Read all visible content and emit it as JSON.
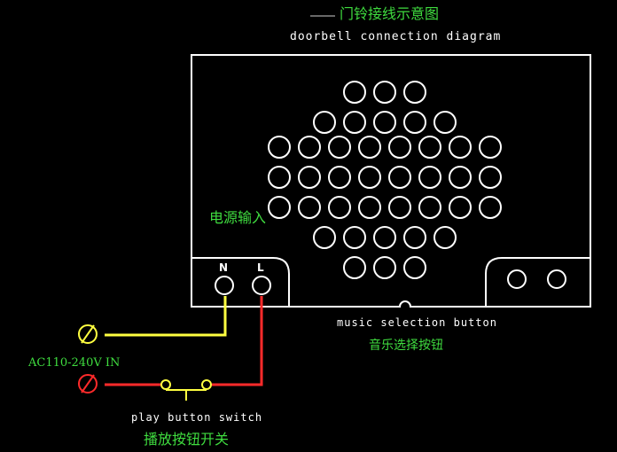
{
  "title_cn": "门铃接线示意图",
  "title_en": "doorbell connection diagram",
  "power_input_label": "电源输入",
  "terminal_n": "N",
  "terminal_l": "L",
  "voltage_label": "AC110-240V IN",
  "music_button_en": "music  selection button",
  "music_button_cn": "音乐选择按钮",
  "play_switch_en": "play button switch",
  "play_switch_cn": "播放按钮开关",
  "colors": {
    "background": "#000000",
    "outline": "#ffffff",
    "label_green": "#3fdc3f",
    "neutral_wire": "#ffff40",
    "live_wire": "#ff2a2a"
  },
  "speaker_grille_rows": [
    3,
    5,
    8,
    8,
    8,
    5,
    3
  ]
}
